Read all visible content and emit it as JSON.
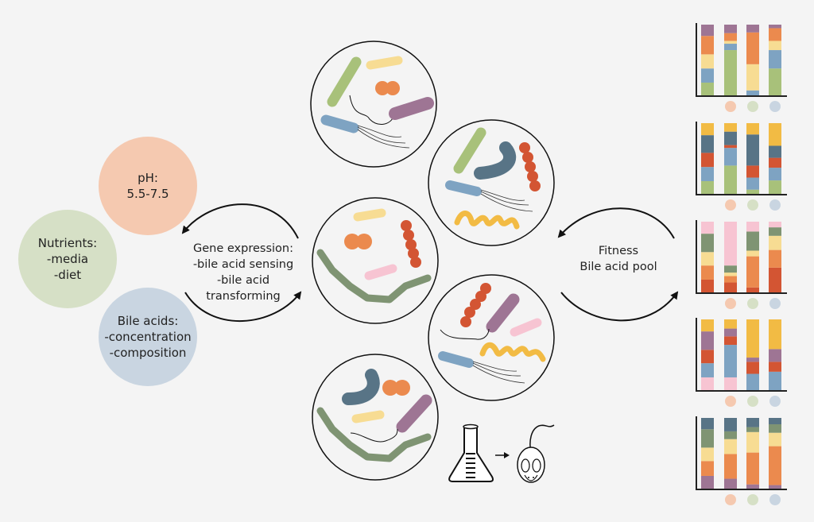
{
  "factors": [
    {
      "id": "ph",
      "title": "pH:",
      "lines": [
        "5.5-7.5"
      ],
      "color": "#f5c9b0"
    },
    {
      "id": "nutrients",
      "title": "Nutrients:",
      "lines": [
        "-media",
        "-diet"
      ],
      "color": "#d6e0c6"
    },
    {
      "id": "bile-acids",
      "title": "Bile acids:",
      "lines": [
        "-concentration",
        "-composition"
      ],
      "color": "#c9d5e1"
    }
  ],
  "left_cycle": {
    "title": "Gene expression:",
    "lines": [
      "-bile acid sensing",
      "-bile acid",
      "transforming"
    ]
  },
  "right_cycle": {
    "lines": [
      "Fitness",
      "Bile acid pool"
    ]
  },
  "icons": {
    "flask": "flask-icon",
    "arrow": "arrow-right-icon",
    "mouse": "mouse-icon"
  },
  "colors": {
    "green": "#a8c17a",
    "yellow": "#f7dc93",
    "orange": "#eb8a4e",
    "purple": "#9e7594",
    "blue": "#7ea3c2",
    "slate": "#587486",
    "red": "#d35533",
    "gold": "#f2bb44",
    "pink": "#f7c4d2",
    "sage": "#7f9473"
  },
  "chart_data": [
    {
      "type": "bar",
      "stacked": true,
      "categories": [
        "baseline",
        "pH",
        "nutrients",
        "bile acids"
      ],
      "category_markers": [
        "",
        "#f5c9b0",
        "#d6e0c6",
        "#c9d5e1"
      ],
      "series": [
        {
          "name": "green",
          "color": "#a8c17a",
          "values": [
            18,
            64,
            0,
            38
          ]
        },
        {
          "name": "blue",
          "color": "#7ea3c2",
          "values": [
            20,
            9,
            7,
            26
          ]
        },
        {
          "name": "yellow",
          "color": "#f7dc93",
          "values": [
            20,
            4,
            37,
            13
          ]
        },
        {
          "name": "orange",
          "color": "#eb8a4e",
          "values": [
            26,
            11,
            45,
            18
          ]
        },
        {
          "name": "purple",
          "color": "#9e7594",
          "values": [
            16,
            12,
            11,
            5
          ]
        }
      ]
    },
    {
      "type": "bar",
      "stacked": true,
      "categories": [
        "baseline",
        "pH",
        "nutrients",
        "bile acids"
      ],
      "category_markers": [
        "",
        "#f5c9b0",
        "#d6e0c6",
        "#c9d5e1"
      ],
      "series": [
        {
          "name": "green",
          "color": "#a8c17a",
          "values": [
            18,
            40,
            6,
            19
          ]
        },
        {
          "name": "blue",
          "color": "#7ea3c2",
          "values": [
            20,
            25,
            17,
            18
          ]
        },
        {
          "name": "red",
          "color": "#d35533",
          "values": [
            20,
            4,
            17,
            14
          ]
        },
        {
          "name": "slate",
          "color": "#587486",
          "values": [
            25,
            19,
            44,
            17
          ]
        },
        {
          "name": "gold",
          "color": "#f2bb44",
          "values": [
            17,
            12,
            16,
            32
          ]
        }
      ]
    },
    {
      "type": "bar",
      "stacked": true,
      "categories": [
        "baseline",
        "pH",
        "nutrients",
        "bile acids"
      ],
      "category_markers": [
        "",
        "#f5c9b0",
        "#d6e0c6",
        "#c9d5e1"
      ],
      "series": [
        {
          "name": "red",
          "color": "#d35533",
          "values": [
            18,
            14,
            7,
            35
          ]
        },
        {
          "name": "orange",
          "color": "#eb8a4e",
          "values": [
            20,
            9,
            44,
            25
          ]
        },
        {
          "name": "yellow",
          "color": "#f7dc93",
          "values": [
            19,
            5,
            8,
            20
          ]
        },
        {
          "name": "sage",
          "color": "#7f9473",
          "values": [
            26,
            10,
            27,
            12
          ]
        },
        {
          "name": "pink",
          "color": "#f7c4d2",
          "values": [
            17,
            62,
            14,
            8
          ]
        }
      ]
    },
    {
      "type": "bar",
      "stacked": true,
      "categories": [
        "baseline",
        "pH",
        "nutrients",
        "bile acids"
      ],
      "category_markers": [
        "",
        "#f5c9b0",
        "#d6e0c6",
        "#c9d5e1"
      ],
      "series": [
        {
          "name": "pink",
          "color": "#f7c4d2",
          "values": [
            18,
            18,
            0,
            0
          ]
        },
        {
          "name": "blue",
          "color": "#7ea3c2",
          "values": [
            20,
            46,
            23,
            26
          ]
        },
        {
          "name": "red",
          "color": "#d35533",
          "values": [
            19,
            12,
            17,
            14
          ]
        },
        {
          "name": "purple",
          "color": "#9e7594",
          "values": [
            26,
            11,
            6,
            18
          ]
        },
        {
          "name": "gold",
          "color": "#f2bb44",
          "values": [
            17,
            13,
            54,
            42
          ]
        }
      ]
    },
    {
      "type": "bar",
      "stacked": true,
      "categories": [
        "baseline",
        "pH",
        "nutrients",
        "bile acids"
      ],
      "category_markers": [
        "",
        "#f5c9b0",
        "#d6e0c6",
        "#c9d5e1"
      ],
      "series": [
        {
          "name": "purple",
          "color": "#9e7594",
          "values": [
            18,
            14,
            6,
            5
          ]
        },
        {
          "name": "orange",
          "color": "#eb8a4e",
          "values": [
            21,
            35,
            45,
            55
          ]
        },
        {
          "name": "yellow",
          "color": "#f7dc93",
          "values": [
            19,
            21,
            29,
            19
          ]
        },
        {
          "name": "sage",
          "color": "#7f9473",
          "values": [
            26,
            11,
            7,
            12
          ]
        },
        {
          "name": "slate",
          "color": "#587486",
          "values": [
            16,
            19,
            13,
            9
          ]
        }
      ]
    }
  ]
}
